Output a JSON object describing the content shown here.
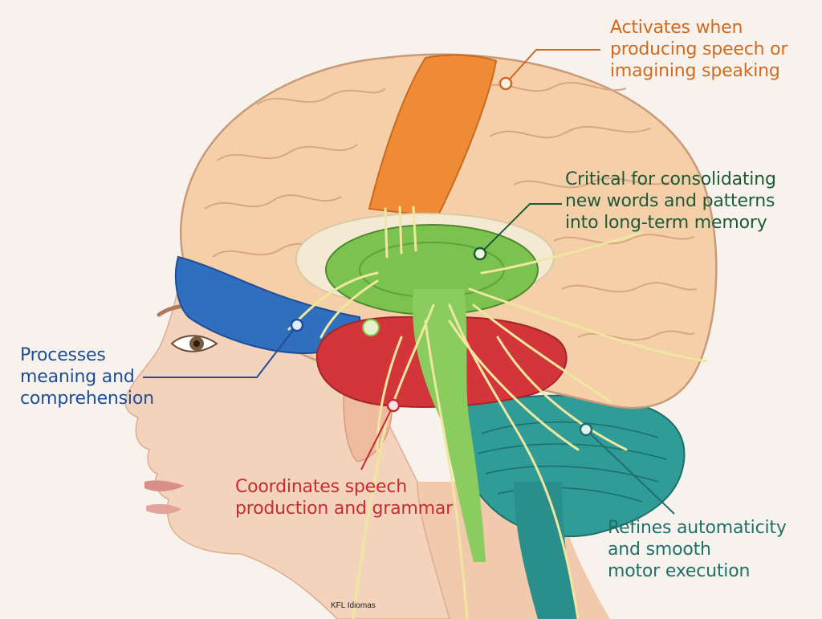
{
  "colors": {
    "background": "#f7f3ec",
    "skin": "#f4d3bd",
    "skin_shadow": "#e8b79c",
    "cortex": "#f5cfa8",
    "cortex_outline": "#c9997a",
    "motor": "#ef8a35",
    "basal_ganglia": "#7cc24f",
    "frontal": "#2f6fbd",
    "temporal": "#d2363a",
    "cerebellum": "#2f9c97",
    "nerves": "#efe6a0",
    "label_orange": "#d2691e",
    "label_green": "#1e5a3a",
    "label_blue": "#1f4d99",
    "label_red": "#c72d30",
    "label_teal": "#1f6f6a"
  },
  "callouts": {
    "motor": {
      "icon": "orange-callout-dot-icon",
      "lines": [
        "Activates when",
        "producing speech or",
        "imagining speaking"
      ]
    },
    "memory": {
      "icon": "green-callout-dot-icon",
      "lines": [
        "Critical for consolidating",
        "new words and patterns",
        "into long-term memory"
      ]
    },
    "meaning": {
      "icon": "blue-callout-dot-icon",
      "lines": [
        "Processes",
        "meaning and",
        "comprehension"
      ]
    },
    "speech": {
      "icon": "red-callout-dot-icon",
      "lines": [
        "Coordinates speech",
        "production and grammar"
      ]
    },
    "automaticity": {
      "icon": "teal-callout-dot-icon",
      "lines": [
        "Refines automaticity",
        "and smooth",
        "motor execution"
      ]
    }
  },
  "credit": "KFL Idiomas"
}
